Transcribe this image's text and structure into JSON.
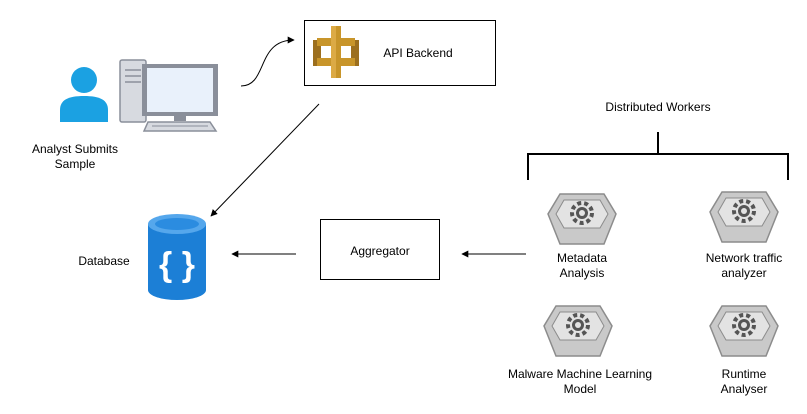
{
  "nodes": {
    "analyst": {
      "label_line1": "Analyst Submits",
      "label_line2": "Sample"
    },
    "api": {
      "label": "API Backend"
    },
    "database": {
      "label": "Database"
    },
    "aggregator": {
      "label": "Aggregator"
    },
    "workers_group": {
      "label": "Distributed Workers"
    },
    "metadata": {
      "label_line1": "Metadata",
      "label_line2": "Analysis"
    },
    "network": {
      "label_line1": "Network traffic",
      "label_line2": "analyzer"
    },
    "ml_model": {
      "label_line1": "Malware Machine Learning",
      "label_line2": "Model"
    },
    "runtime": {
      "label_line1": "Runtime",
      "label_line2": "Analyser"
    }
  },
  "icons": {
    "analyst": "person-icon",
    "computer": "desktop-computer-icon",
    "api": "aws-api-gateway-icon",
    "database": "json-database-icon",
    "workers": "gear-server-icon"
  },
  "colors": {
    "user_blue": "#1ba1e2",
    "database_blue": "#1c7fd6",
    "gateway_gold": "#c8952a",
    "computer_gray": "#8a8f9a",
    "computer_screen": "#e9f1fb",
    "worker_gray": "#c9c9c9"
  },
  "edges": [
    {
      "from": "analyst",
      "to": "api"
    },
    {
      "from": "api",
      "to": "database"
    },
    {
      "from": "aggregator",
      "to": "database"
    },
    {
      "from": "metadata",
      "to": "aggregator"
    }
  ]
}
